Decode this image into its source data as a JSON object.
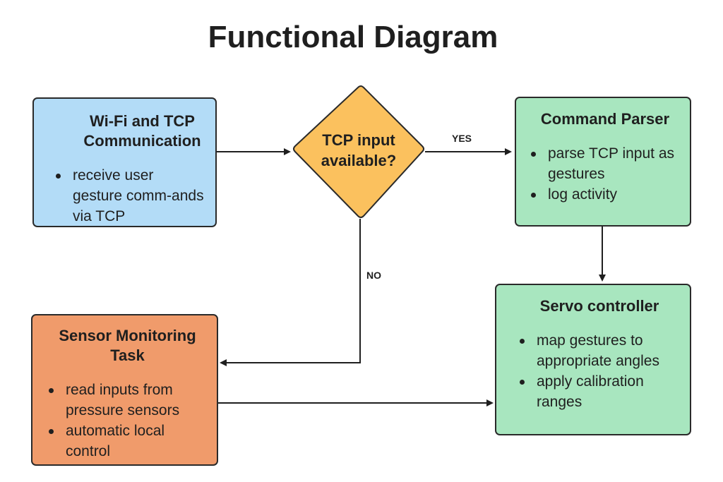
{
  "title": "Functional Diagram",
  "colors": {
    "communication": "#b3dcf7",
    "decision": "#fbc15e",
    "processing": "#a8e6bf",
    "sensor": "#f09b6b",
    "stroke": "#2a2a2a"
  },
  "nodes": {
    "wifi": {
      "title": "Wi-Fi and TCP Communication",
      "items": [
        "receive user gesture comm-ands via TCP"
      ]
    },
    "decision": {
      "text": "TCP input available?"
    },
    "parser": {
      "title": "Command Parser",
      "items": [
        "parse TCP input as gestures",
        "log activity"
      ]
    },
    "servo": {
      "title": "Servo controller",
      "items": [
        "map gestures to appropriate angles",
        "apply calibration ranges"
      ]
    },
    "sensor": {
      "title": "Sensor Monitoring Task",
      "items": [
        "read inputs from pressure sensors",
        "automatic local control"
      ]
    }
  },
  "edges": {
    "yes_label": "YES",
    "no_label": "NO"
  }
}
